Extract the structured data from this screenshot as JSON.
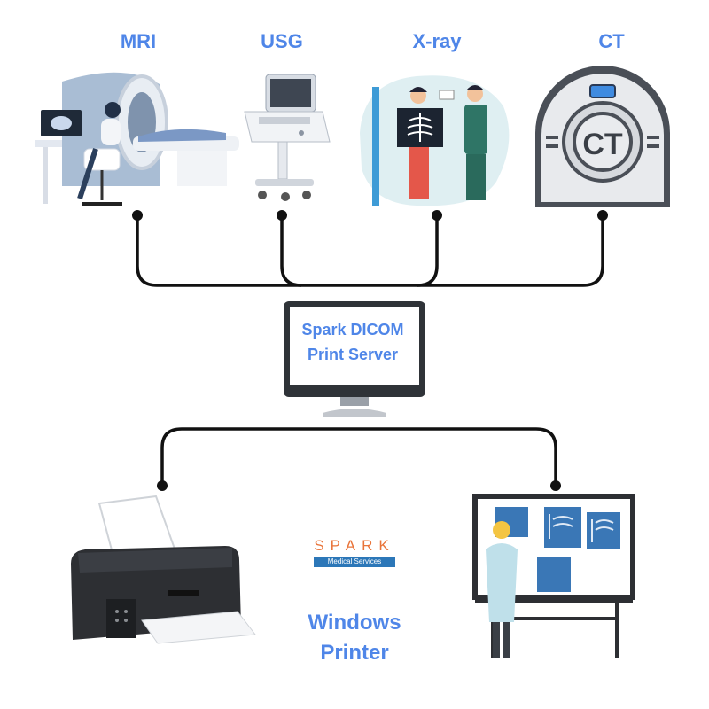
{
  "modalities": [
    {
      "label": "MRI"
    },
    {
      "label": "USG"
    },
    {
      "label": "X-ray"
    },
    {
      "label": "CT"
    }
  ],
  "ct_badge": "CT",
  "server": {
    "line1": "Spark DICOM",
    "line2": "Print Server"
  },
  "printer": {
    "line1": "Windows",
    "line2": "Printer"
  },
  "logo": {
    "word": "SPARK",
    "sub": "Medical Services"
  },
  "colors": {
    "accent": "#4f86e8",
    "line": "#111111",
    "logo_orange": "#e9743a",
    "logo_blue": "#2c77b8"
  }
}
